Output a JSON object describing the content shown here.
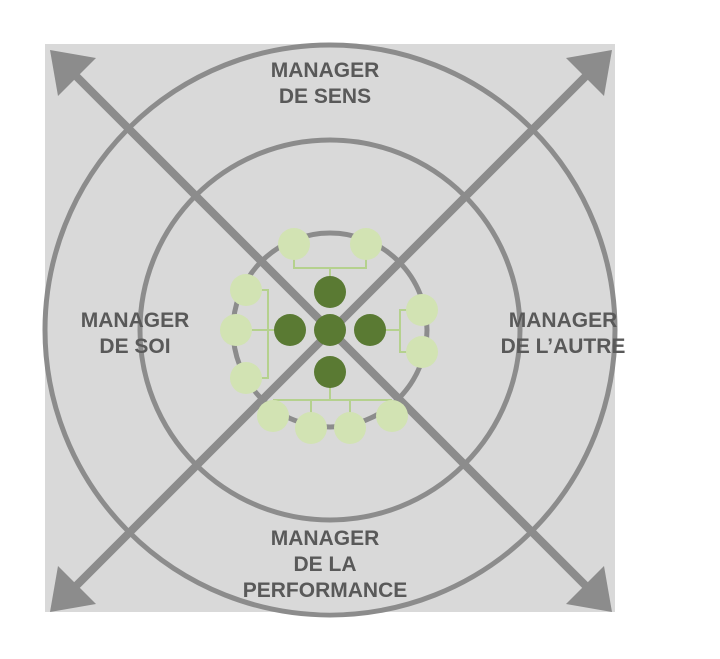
{
  "colors": {
    "background_square": "#d9d9d9",
    "lines": "#8c8c8c",
    "text": "#595959",
    "node_dark": "#5a7a33",
    "node_light": "#d2e3b3",
    "connector": "#b5d18e"
  },
  "labels": {
    "top": {
      "line1": "MANAGER",
      "line2": "DE SENS"
    },
    "left": {
      "line1": "MANAGER",
      "line2": "DE SOI"
    },
    "right": {
      "line1": "MANAGER",
      "line2": "DE L’AUTRE"
    },
    "bottom": {
      "line1": "MANAGER",
      "line2": "DE LA",
      "line3": "PERFORMANCE"
    }
  }
}
